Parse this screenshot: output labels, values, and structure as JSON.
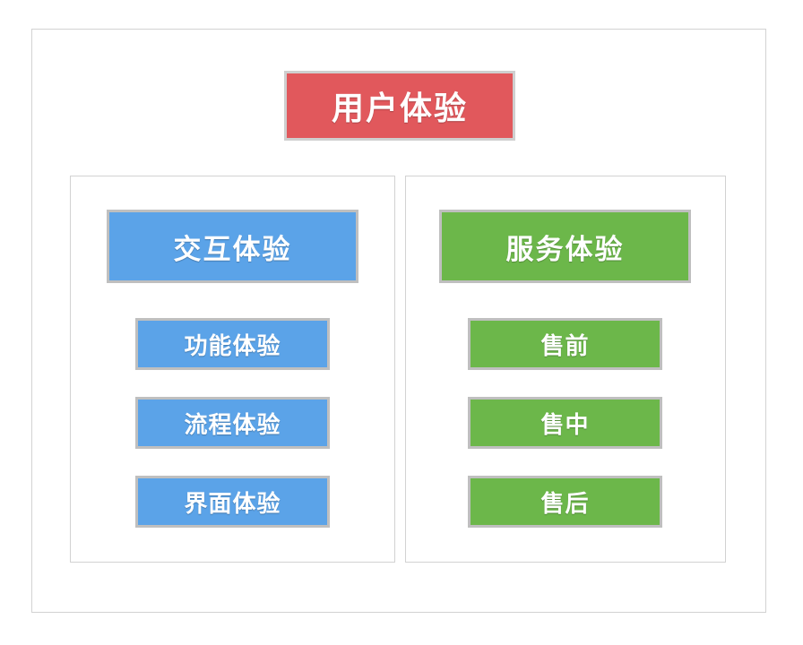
{
  "diagram": {
    "type": "hierarchy",
    "root": {
      "label": "用户体验",
      "color": "#e1585c"
    },
    "branches": [
      {
        "id": "interaction",
        "color": "#5ba3e8",
        "head": "交互体验",
        "children": [
          "功能体验",
          "流程体验",
          "界面体验"
        ]
      },
      {
        "id": "service",
        "color": "#6cb74a",
        "head": "服务体验",
        "children": [
          "售前",
          "售中",
          "售后"
        ]
      }
    ],
    "frame_color": "#d2d2d2",
    "node_border_color": "#bfbfbf",
    "background": "#ffffff"
  }
}
